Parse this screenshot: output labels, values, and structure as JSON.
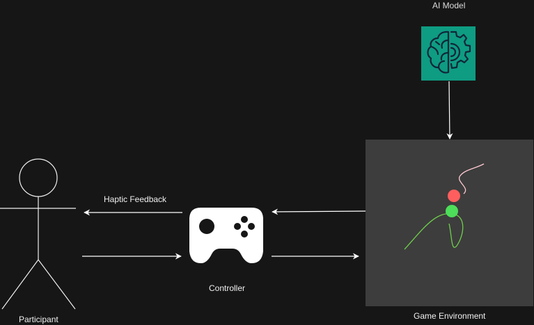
{
  "nodes": {
    "ai_model": {
      "label": "AI Model",
      "icon": "ai-brain-gear-icon",
      "color": "#0e9c82"
    },
    "game_environment": {
      "label": "Game Environment",
      "color": "#3d3d3d"
    },
    "controller": {
      "label": "Controller",
      "icon": "gamepad-icon"
    },
    "participant": {
      "label": "Participant",
      "icon": "stick-figure-icon"
    }
  },
  "edges": {
    "haptic": {
      "label": "Haptic Feedback",
      "from": "controller",
      "to": "participant"
    },
    "participant_to_controller": {
      "label": "",
      "from": "participant",
      "to": "controller"
    },
    "controller_to_game": {
      "label": "",
      "from": "controller",
      "to": "game_environment"
    },
    "game_to_controller": {
      "label": "",
      "from": "game_environment",
      "to": "controller"
    },
    "ai_to_game": {
      "label": "",
      "from": "ai_model",
      "to": "game_environment"
    }
  },
  "game_scene": {
    "red_ball_color": "#ff5e5e",
    "green_ball_color": "#4dde5a",
    "red_trail_color": "#ffc8d0",
    "green_trail_color": "#6fcf4c"
  }
}
